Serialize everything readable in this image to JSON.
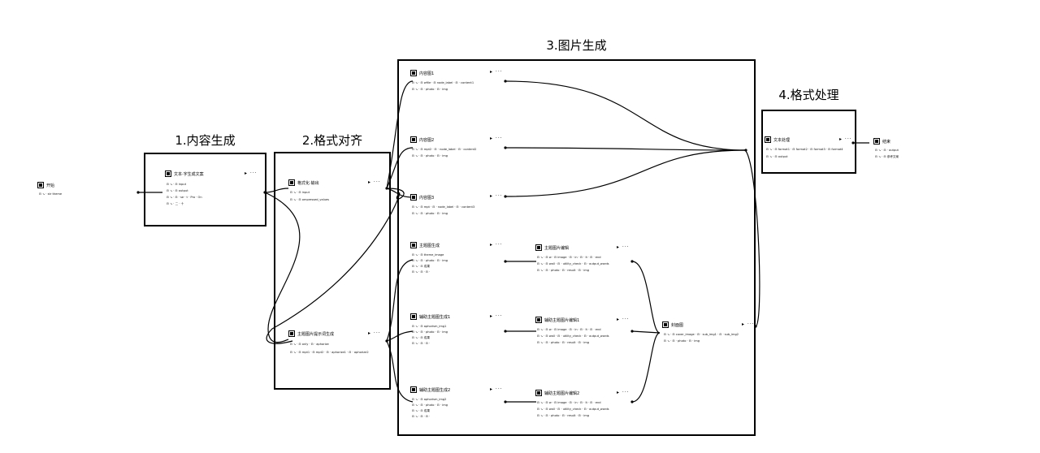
{
  "groups": {
    "content": {
      "title": "1.内容生成"
    },
    "format": {
      "title": "2.格式对齐"
    },
    "image": {
      "title": "3.图片生成"
    },
    "process": {
      "title": "4.格式处理"
    }
  },
  "nodes": {
    "start": {
      "title": "开始",
      "lines": [
        "⊟ ↘ · str  theme"
      ]
    },
    "text_gen": {
      "title": "文本·字生成文案",
      "lines": [
        "⊟ ↘ · ⊟ input",
        "⊟ ↘ · ⊟ output",
        "⊟ ↘ · ⊟ · se · t · Pro · On",
        "⊟ ↘ · 二 · 十"
      ]
    },
    "format_a": {
      "title": "格式化·输出",
      "lines": [
        "⊟ ↘ · ⊟ input",
        "⊟ ↘ · ⊟ ompressed_values"
      ]
    },
    "format_b": {
      "title": "主题图片提示词生成",
      "lines": [
        "⊟ ↘ · ⊟ only · ⊟ · aphorize",
        "⊟ ↘ · ⊟ mpt1 · ⊟ mpt2 · ⊟ · aphorize1 · ⊟ · aphorize2"
      ]
    },
    "img1": {
      "title": "内容图1",
      "lines": [
        "⊟ ↘ · ⊟ wfile · ⊟ node_label · ⊟ · content1",
        "⊟ ↘ · ⊟ · photo · ⊟ · img"
      ]
    },
    "img2": {
      "title": "内容图2",
      "lines": [
        "⊟ ↘ · ⊟ mpt2 · ⊟ · node_label · ⊟ · content2",
        "⊟ ↘ · ⊟ · photo · ⊟ · img"
      ]
    },
    "img3": {
      "title": "内容图3",
      "lines": [
        "⊟ ↘ · ⊟ mpt · ⊟ · node_label · ⊟ · content3",
        "⊟ ↘ · ⊟ · photo · ⊟ · img"
      ]
    },
    "cover_gen": {
      "title": "主题图生成",
      "lines": [
        "⊟ ↘ · ⊟ theme_image",
        "⊟ ↘ · ⊟ · photo · ⊟ · img",
        "⊟ ↘ · ⊟ 成果",
        "⊟ ↘ · ⊟ · ⊟ ·"
      ]
    },
    "cover_edit": {
      "title": "主题图片编辑",
      "lines": [
        "⊟ ↘ · ⊟ w · ⊟ image · ⊟ · in · ⊟ · lt · ⊟ · end",
        "⊟ ↘ · ⊟ wall · ⊟ · utility_check · ⊟ · output_words",
        "⊟ ↘ · ⊟ · photo · ⊟ · result · ⊟ · img"
      ]
    },
    "sub1_gen": {
      "title": "辅助主题图生成1",
      "lines": [
        "⊟ ↘ · ⊟ aphorism_img1",
        "⊟ ↘ · ⊟ · photo · ⊟ · img",
        "⊟ ↘ · ⊟ 成果",
        "⊟ ↘ · ⊟ · ⊟ ·"
      ]
    },
    "sub1_edit": {
      "title": "辅助主题图片编辑1",
      "lines": [
        "⊟ ↘ · ⊟ w · ⊟ image · ⊟ · in · ⊟ · lt · ⊟ · end",
        "⊟ ↘ · ⊟ wall · ⊟ · utility_check · ⊟ · output_words",
        "⊟ ↘ · ⊟ · photo · ⊟ · result · ⊟ · img"
      ]
    },
    "sub2_gen": {
      "title": "辅助主题图生成2",
      "lines": [
        "⊟ ↘ · ⊟ aphorism_img2",
        "⊟ ↘ · ⊟ · photo · ⊟ · img",
        "⊟ ↘ · ⊟ 成果",
        "⊟ ↘ · ⊟ · ⊟ ·"
      ]
    },
    "sub2_edit": {
      "title": "辅助主题图片编辑2",
      "lines": [
        "⊟ ↘ · ⊟ w · ⊟ image · ⊟ · in · ⊟ · lt · ⊟ · end",
        "⊟ ↘ · ⊟ wall · ⊟ · utility_check · ⊟ · output_words",
        "⊟ ↘ · ⊟ · photo · ⊟ · result · ⊟ · img"
      ]
    },
    "merge": {
      "title": "封面图",
      "lines": [
        "⊟ ↘ · ⊟ cover_image · ⊟ · sub_img1 · ⊟ · sub_img2",
        "⊟ ↘ · ⊟ · photo · ⊟ · img"
      ]
    },
    "assemble": {
      "title": "文本处理",
      "lines": [
        "⊟ ↘ · ⊟ format1 · ⊟ format2 · ⊟ format3 · ⊟ format4",
        "⊟ ↘ · ⊟ output"
      ]
    },
    "end": {
      "title": "结束",
      "lines": [
        "⊟ ↘ · ⊟ · output",
        "⊟ ↘ · ⊟ 参考文案"
      ]
    }
  }
}
